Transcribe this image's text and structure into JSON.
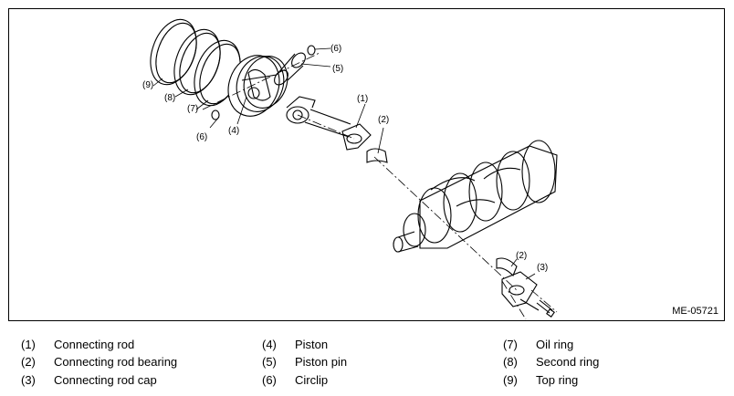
{
  "figure": {
    "id_label": "ME-05721",
    "callouts": {
      "c1": "(1)",
      "c2a": "(2)",
      "c2b": "(2)",
      "c3": "(3)",
      "c4": "(4)",
      "c5": "(5)",
      "c6a": "(6)",
      "c6b": "(6)",
      "c7": "(7)",
      "c8": "(8)",
      "c9": "(9)"
    }
  },
  "legend": [
    {
      "num": "(1)",
      "label": "Connecting rod"
    },
    {
      "num": "(2)",
      "label": "Connecting rod bearing"
    },
    {
      "num": "(3)",
      "label": "Connecting rod cap"
    },
    {
      "num": "(4)",
      "label": "Piston"
    },
    {
      "num": "(5)",
      "label": "Piston pin"
    },
    {
      "num": "(6)",
      "label": "Circlip"
    },
    {
      "num": "(7)",
      "label": "Oil ring"
    },
    {
      "num": "(8)",
      "label": "Second ring"
    },
    {
      "num": "(9)",
      "label": "Top ring"
    }
  ]
}
